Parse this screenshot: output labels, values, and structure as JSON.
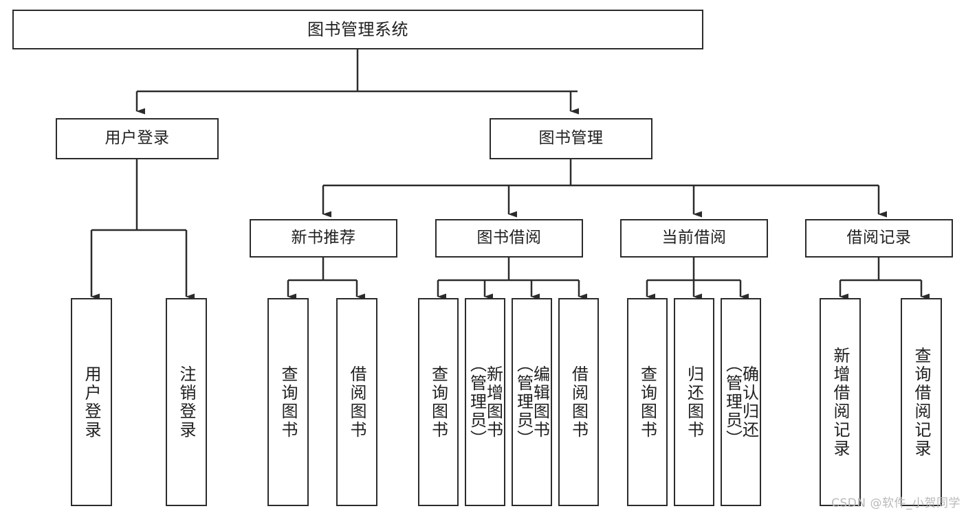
{
  "diagram": {
    "title": "图书管理系统",
    "type": "tree-hierarchy",
    "colors": {
      "box_border": "#2b2b2b",
      "box_fill": "#ffffff",
      "text": "#1f1f1f",
      "connector": "#2b2b2b",
      "watermark": "#b9b9b9",
      "background": "#ffffff"
    },
    "levels": {
      "root": [
        "图书管理系统"
      ],
      "level_1": [
        "用户登录",
        "图书管理"
      ],
      "level_2": [
        "新书推荐",
        "图书借阅",
        "当前借阅",
        "借阅记录"
      ],
      "leaves": [
        "用户登录",
        "注销登录",
        "查询图书",
        "借阅图书",
        "查询图书",
        "新增图书（管理员）",
        "编辑图书（管理员）",
        "借阅图书",
        "查询图书",
        "归还图书",
        "确认归还（管理员）",
        "新增借阅记录",
        "查询借阅记录"
      ]
    }
  },
  "nodes": {
    "root": {
      "label": "图书管理系统"
    },
    "user_login": {
      "label": "用户登录"
    },
    "book_manage": {
      "label": "图书管理"
    },
    "new_book_rec": {
      "label": "新书推荐"
    },
    "book_borrow": {
      "label": "图书借阅"
    },
    "current_borrow": {
      "label": "当前借阅"
    },
    "borrow_record": {
      "label": "借阅记录"
    },
    "leaf_user_login": {
      "label": "用户登录"
    },
    "leaf_logout": {
      "label": "注销登录"
    },
    "leaf_query_book_1": {
      "label": "查询图书"
    },
    "leaf_borrow_book_1": {
      "label": "借阅图书"
    },
    "leaf_query_book_2": {
      "label": "查询图书"
    },
    "leaf_add_book": {
      "label": "新增图书\n（管理员）"
    },
    "leaf_edit_book": {
      "label": "编辑图书\n（管理员）"
    },
    "leaf_borrow_book_2": {
      "label": "借阅图书"
    },
    "leaf_query_book_3": {
      "label": "查询图书"
    },
    "leaf_return_book": {
      "label": "归还图书"
    },
    "leaf_confirm_return": {
      "label": "确认归还\n（管理员）"
    },
    "leaf_add_record": {
      "label": "新增借阅记录"
    },
    "leaf_query_record": {
      "label": "查询借阅记录"
    }
  },
  "watermark": {
    "text": "CSDN @软件_小贺同学"
  }
}
